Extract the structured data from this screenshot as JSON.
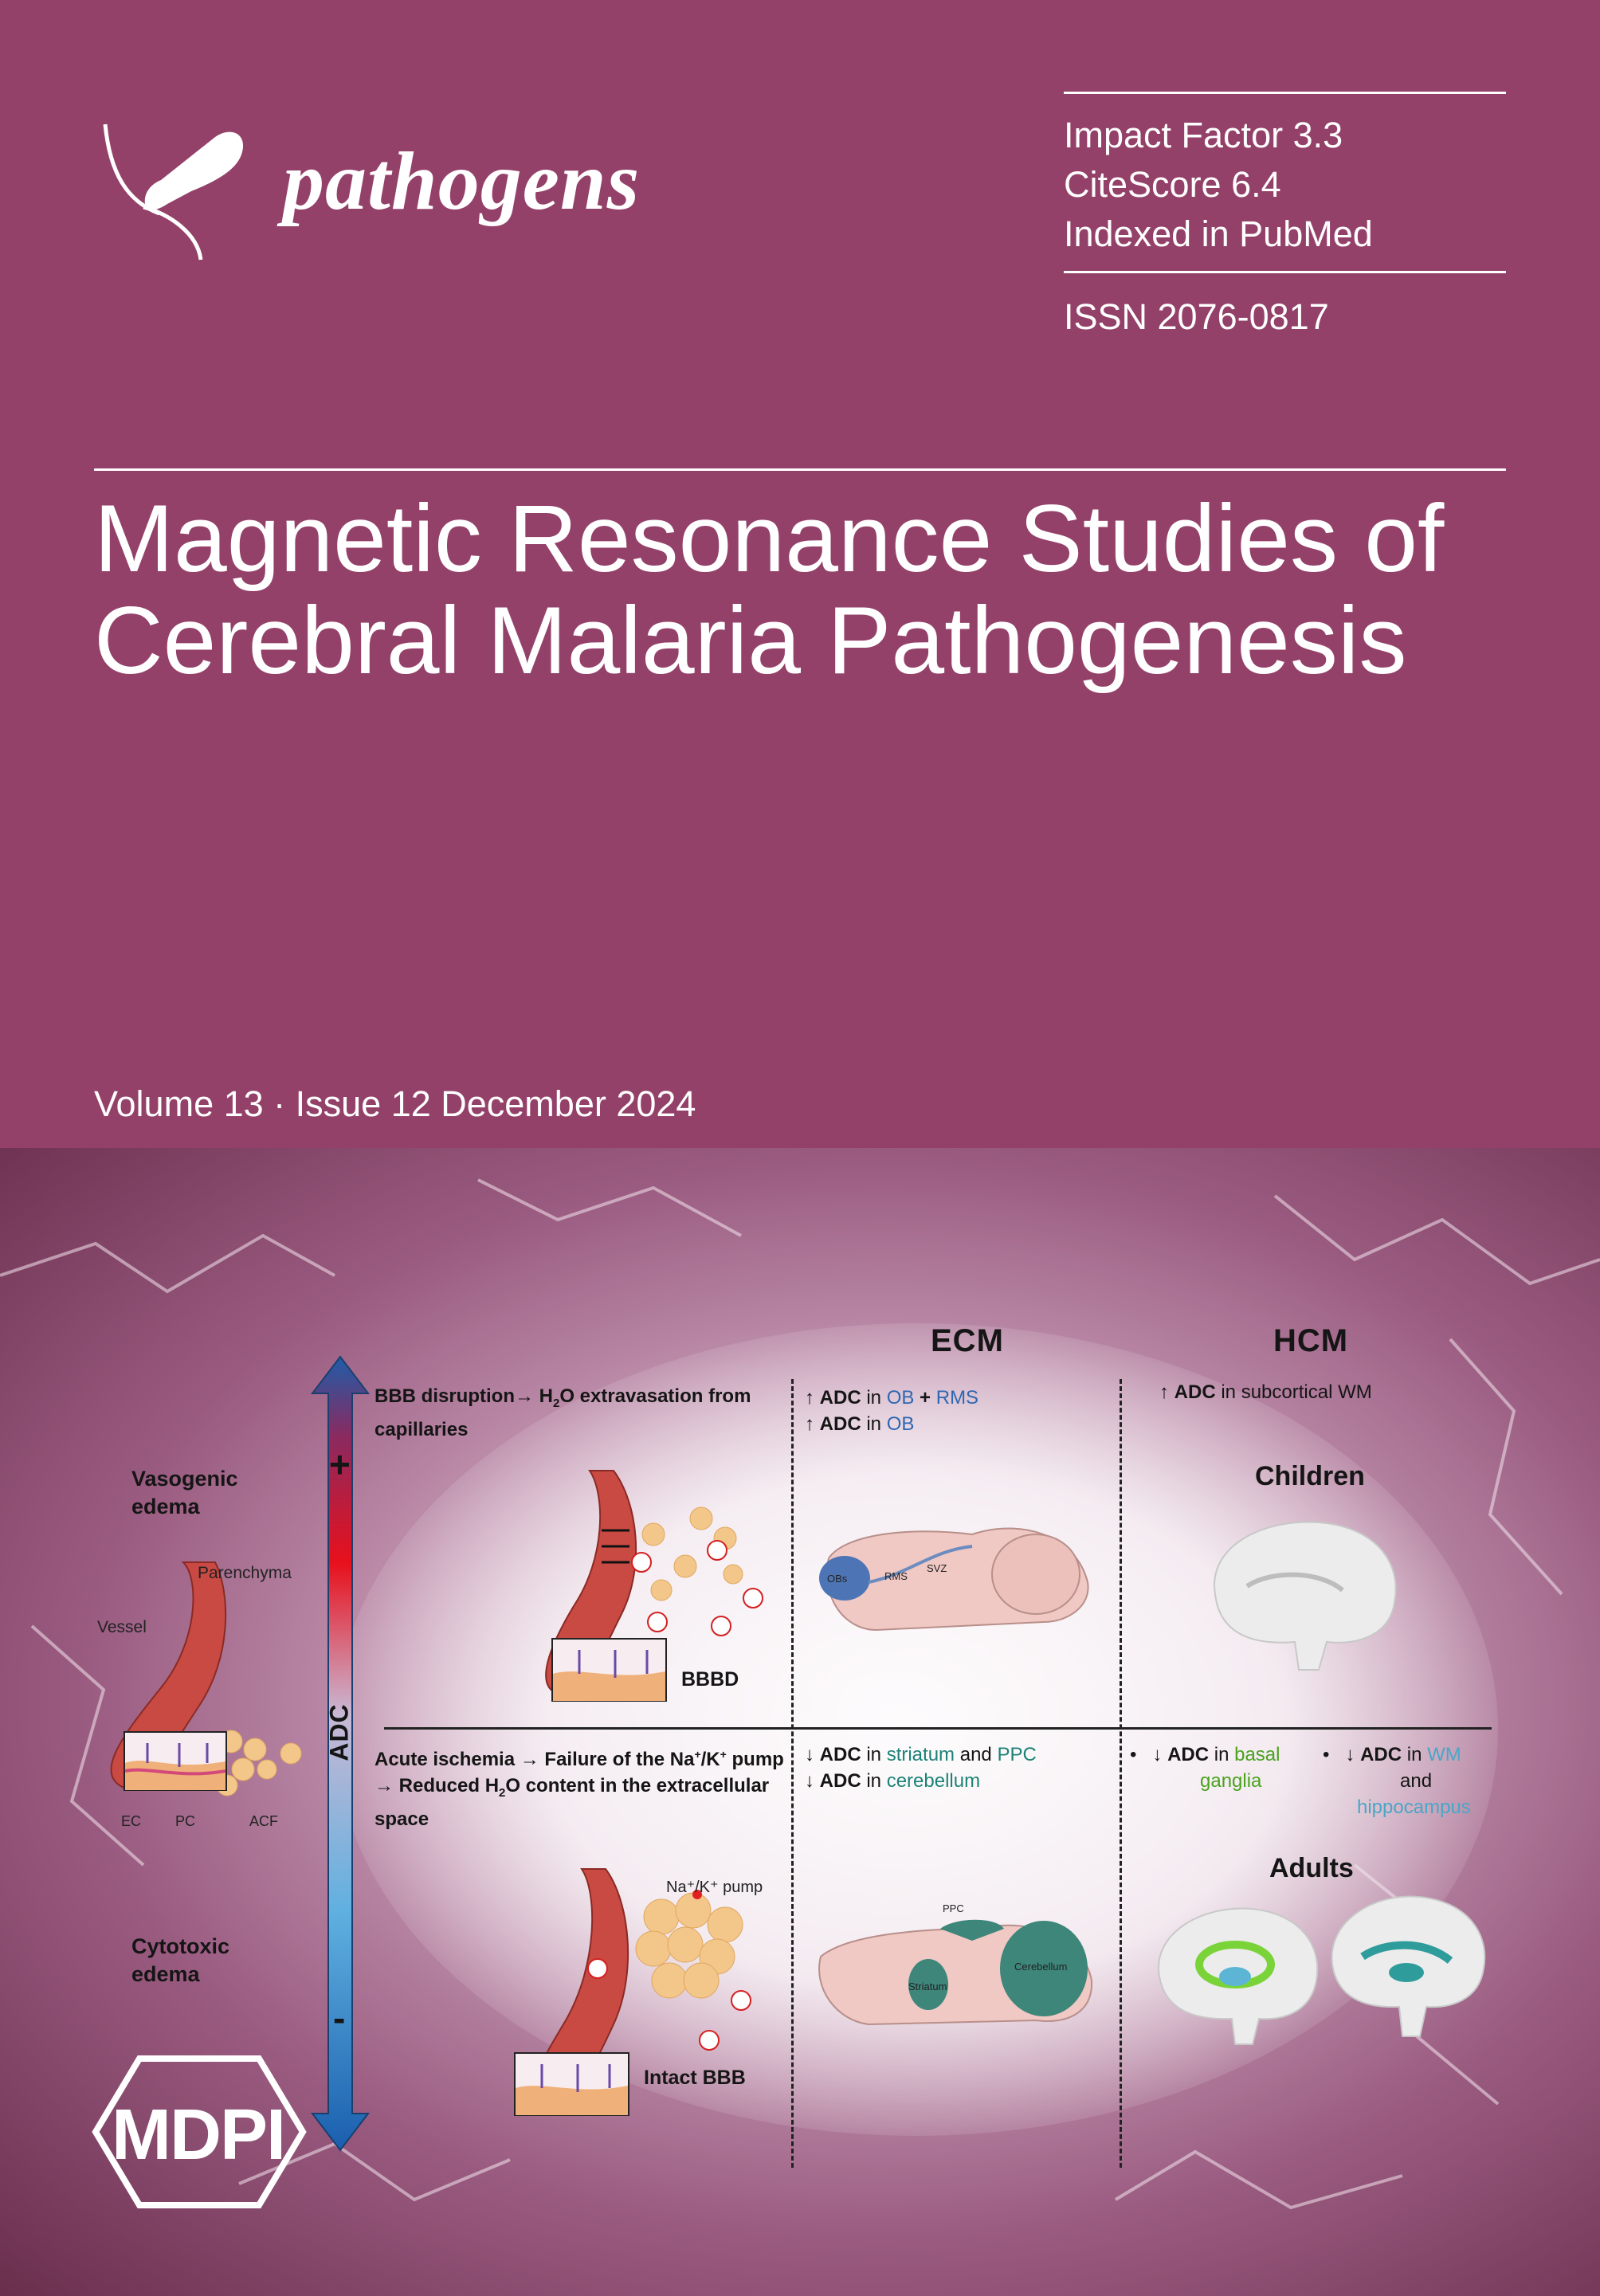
{
  "journal": {
    "name": "pathogens",
    "logo_icon": "bacterium-icon"
  },
  "metrics": {
    "impact_factor": "Impact Factor 3.3",
    "citescore": "CiteScore 6.4",
    "indexing": "Indexed in PubMed",
    "issn": "ISSN 2076-0817"
  },
  "cover_title": {
    "line1": "Magnetic Resonance Studies of",
    "line2": "Cerebral Malaria Pathogenesis"
  },
  "issue_info": "Volume 13 · Issue 12 December 2024",
  "publisher": "MDPI",
  "figure": {
    "headers": {
      "ecm": "ECM",
      "hcm": "HCM",
      "children": "Children",
      "adults": "Adults"
    },
    "adc_axis": {
      "label": "ADC",
      "plus": "+",
      "minus": "-"
    },
    "left_labels": {
      "vasogenic": [
        "Vasogenic",
        "edema"
      ],
      "cytotoxic": [
        "Cytotoxic",
        "edema"
      ],
      "vessel": "Vessel",
      "parenchyma": "Parenchyma",
      "ec": "EC",
      "pc": "PC",
      "acf": "ACF"
    },
    "top_mechanism": {
      "line1a": "BBB disruption",
      "arrow": "→",
      "line1b": " H",
      "sub": "2",
      "line1c": "O extravasation from",
      "line2": "capillaries",
      "panel_label": "BBBD"
    },
    "bottom_mechanism": {
      "l1a": "Acute ischemia ",
      "arrow": "→",
      "l1b": " Failure of the Na",
      "sup1": "+",
      "slash": "/K",
      "sup2": "+",
      "l1c": " pump",
      "l2a": "→",
      "l2b": " Reduced H",
      "sub": "2",
      "l2c": "O content in the extracellular",
      "l3": "space",
      "pump_label": "Na⁺/K⁺ pump",
      "panel_label": "Intact BBB"
    },
    "ecm_top": {
      "up": "↑",
      "adc": "ADC",
      "in": " in ",
      "ob": "OB",
      "plus": " + ",
      "rms": "RMS",
      "ob2": "OB"
    },
    "ecm_bottom": {
      "down": "↓",
      "adc": "ADC",
      "in": " in ",
      "striatum": "striatum",
      "and": " and ",
      "ppc": "PPC",
      "cerebellum": "cerebellum"
    },
    "hcm_top": {
      "up": "↑",
      "adc": "ADC",
      "text": " in subcortical WM"
    },
    "hcm_bottom": {
      "bullet": "•",
      "down": "↓",
      "adc": "ADC",
      "in": " in ",
      "basal": "basal",
      "ganglia": "ganglia",
      "wm": "WM",
      "and": "and",
      "hippocampus": "hippocampus"
    },
    "mouse_labels": {
      "obs": "OBs",
      "rms": "RMS",
      "svz": "SVZ",
      "ppc": "PPC",
      "striatum": "Striatum",
      "cerebellum": "Cerebellum"
    },
    "water": "O"
  },
  "colors": {
    "background": "#94416a",
    "axis_top": "#e8101c",
    "axis_bottom": "#1a5fae"
  }
}
